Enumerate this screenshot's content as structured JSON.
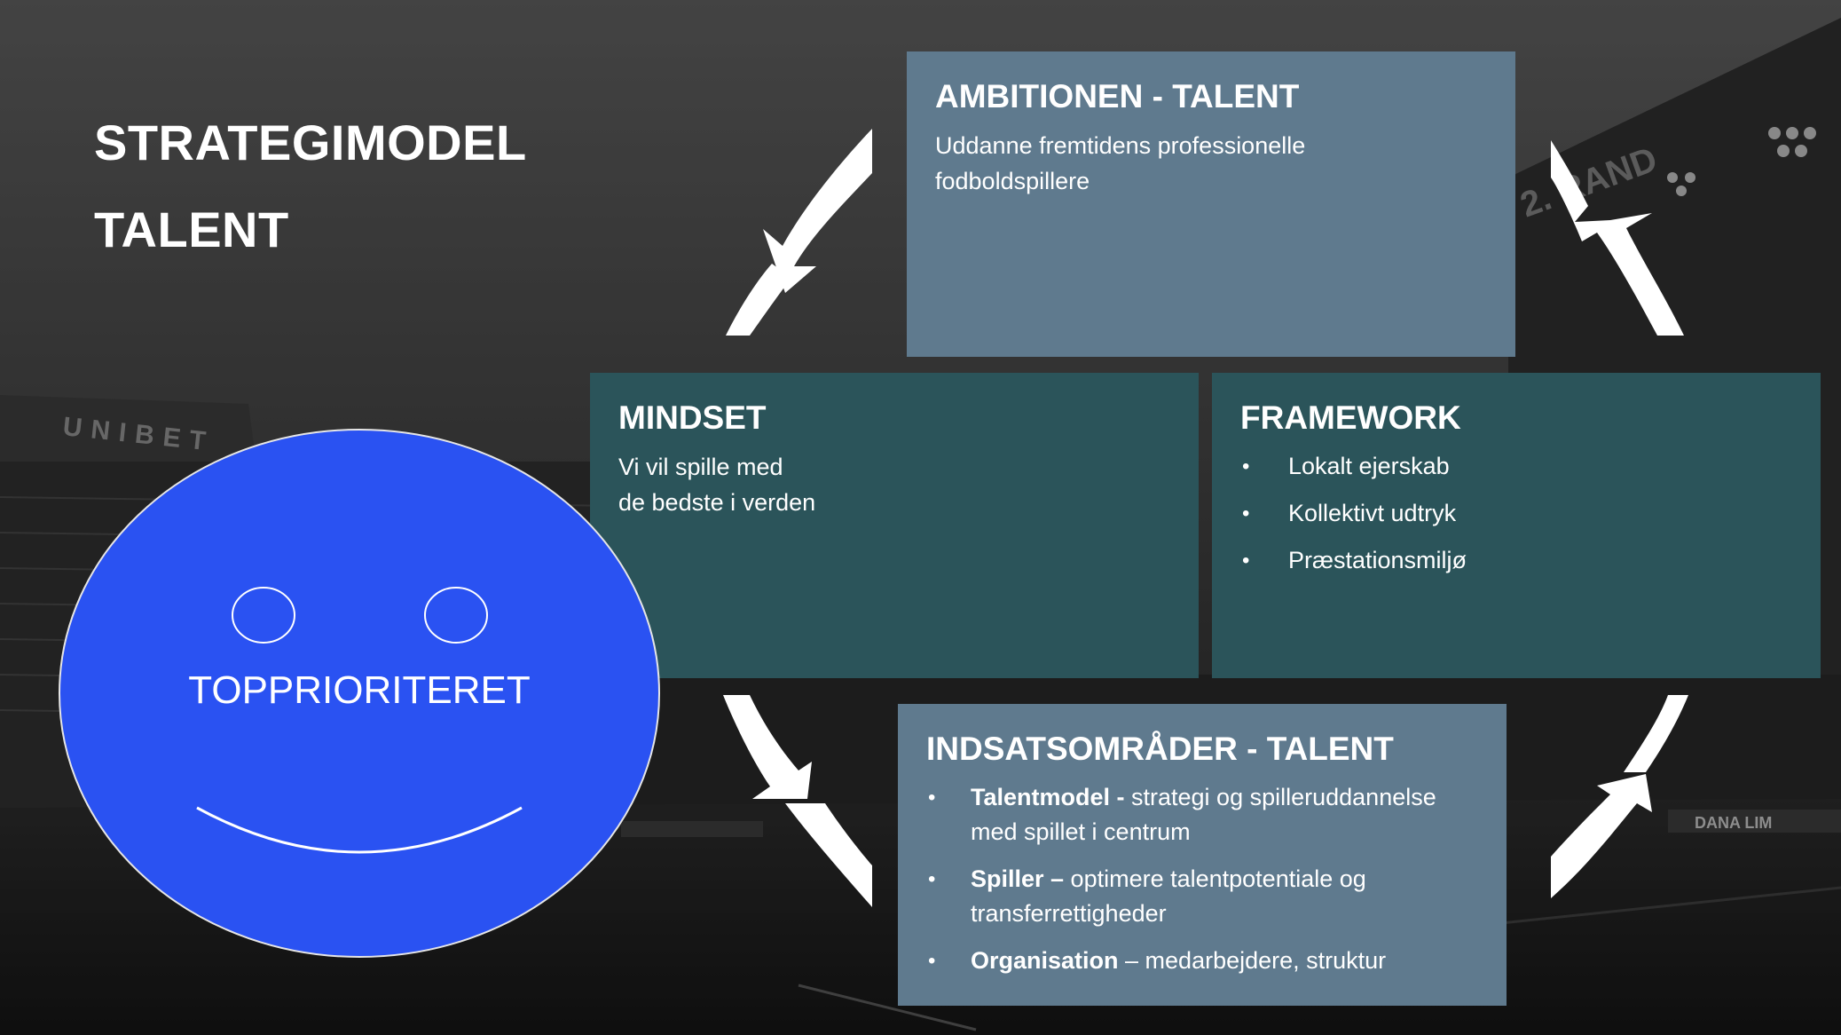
{
  "title": {
    "line1": "STRATEGIMODEL",
    "line2": "TALENT"
  },
  "ambition": {
    "heading": "AMBITIONEN - TALENT",
    "line1": "Uddanne fremtidens professionelle",
    "line2": "fodboldspillere"
  },
  "mindset": {
    "heading": "MINDSET",
    "line1": "Vi vil spille med",
    "line2": "de bedste i verden"
  },
  "framework": {
    "heading": "FRAMEWORK",
    "items": [
      "Lokalt ejerskab",
      "Kollektivt udtryk",
      "Præstationsmiljø"
    ]
  },
  "indsats": {
    "heading": "INDSATSOMRÅDER - TALENT",
    "items": [
      {
        "bold": "Talentmodel -",
        "text1": " strategi og spilleruddannelse",
        "text2": "med spillet i centrum"
      },
      {
        "bold": "Spiller –",
        "text1": " optimere talentpotentiale og",
        "text2": "transferrettigheder"
      },
      {
        "bold": "Organisation",
        "text1": " – medarbejdere, struktur",
        "text2": ""
      }
    ]
  },
  "smiley": {
    "label": "TOPPRIORITERET",
    "fill": "#2a52f2"
  },
  "background": {
    "text1": "UNIBET",
    "text2": "DANA LIM",
    "text3": "2. RAND"
  },
  "colors": {
    "box_light": "#5f7a8e",
    "box_dark": "#2b545a",
    "arrow": "#ffffff"
  }
}
